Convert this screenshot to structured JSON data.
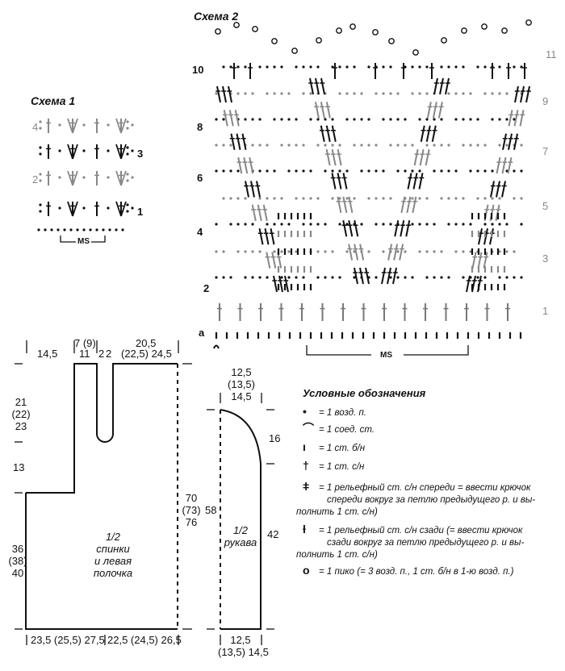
{
  "scheme1": {
    "title": "Схема 1",
    "rows_left": [
      "4",
      "2"
    ],
    "rows_right": [
      "3",
      "1"
    ],
    "repeat": "MS"
  },
  "scheme2": {
    "title": "Схема 2",
    "rows_left": [
      "10",
      "8",
      "6",
      "4",
      "2",
      "a"
    ],
    "rows_right": [
      "11",
      "9",
      "7",
      "5",
      "3",
      "1"
    ],
    "repeat": "MS"
  },
  "body_piece": {
    "label_lines": [
      "1/2",
      "спинки",
      "и левая",
      "полочка"
    ],
    "top_dims": {
      "left": "14,5",
      "neck_top": "7 (9)",
      "neck": "11",
      "slit": "2",
      "slit2": "2",
      "right_top": "20,5",
      "right": "(22,5) 24,5"
    },
    "left_dims": [
      "21",
      "(22)",
      "23",
      "13",
      "36",
      "(38)",
      "40"
    ],
    "right_dims": [
      "70",
      "(73)",
      "76"
    ],
    "bottom_dims": {
      "left": "23,5 (25,5) 27,5",
      "right": "22,5 (24,5) 26,5"
    }
  },
  "sleeve": {
    "label_lines": [
      "1/2",
      "рукава"
    ],
    "top_dims": [
      "12,5",
      "(13,5)",
      "14,5"
    ],
    "left_dim": "58",
    "right_dims": [
      "16",
      "42"
    ],
    "bottom_dims": [
      "12,5",
      "(13,5) 14,5"
    ]
  },
  "legend": {
    "title": "Условные обозначения",
    "items": [
      {
        "icon": "chain-dot",
        "symbol": "•",
        "text": "= 1 возд. п."
      },
      {
        "icon": "slip-stitch-arc",
        "symbol": "⌒",
        "text": "= 1 соед. ст."
      },
      {
        "icon": "single-crochet-bar",
        "symbol": "ı",
        "text": "= 1 ст. б/н"
      },
      {
        "icon": "double-crochet-cross",
        "symbol": "†",
        "text": "= 1 ст. с/н"
      },
      {
        "icon": "front-post-dc",
        "symbol": "ǂ",
        "text": "= 1 рельефный ст. с/н спереди = ввести крючок",
        "cont": [
          "спереди вокруг за петлю предыдущего р. и вы-",
          "полнить 1 ст. с/н)"
        ]
      },
      {
        "icon": "back-post-dc",
        "symbol": "ƚ",
        "text": "= 1 рельефный ст. с/н сзади (= ввести крючок",
        "cont": [
          "сзади вокруг за петлю предыдущего р. и вы-",
          "полнить 1 ст. с/н)"
        ]
      },
      {
        "icon": "picot-circle",
        "symbol": "o",
        "text": "= 1 пико (= 3 возд. п., 1 ст. б/н в 1-ю возд. п.)"
      }
    ]
  }
}
